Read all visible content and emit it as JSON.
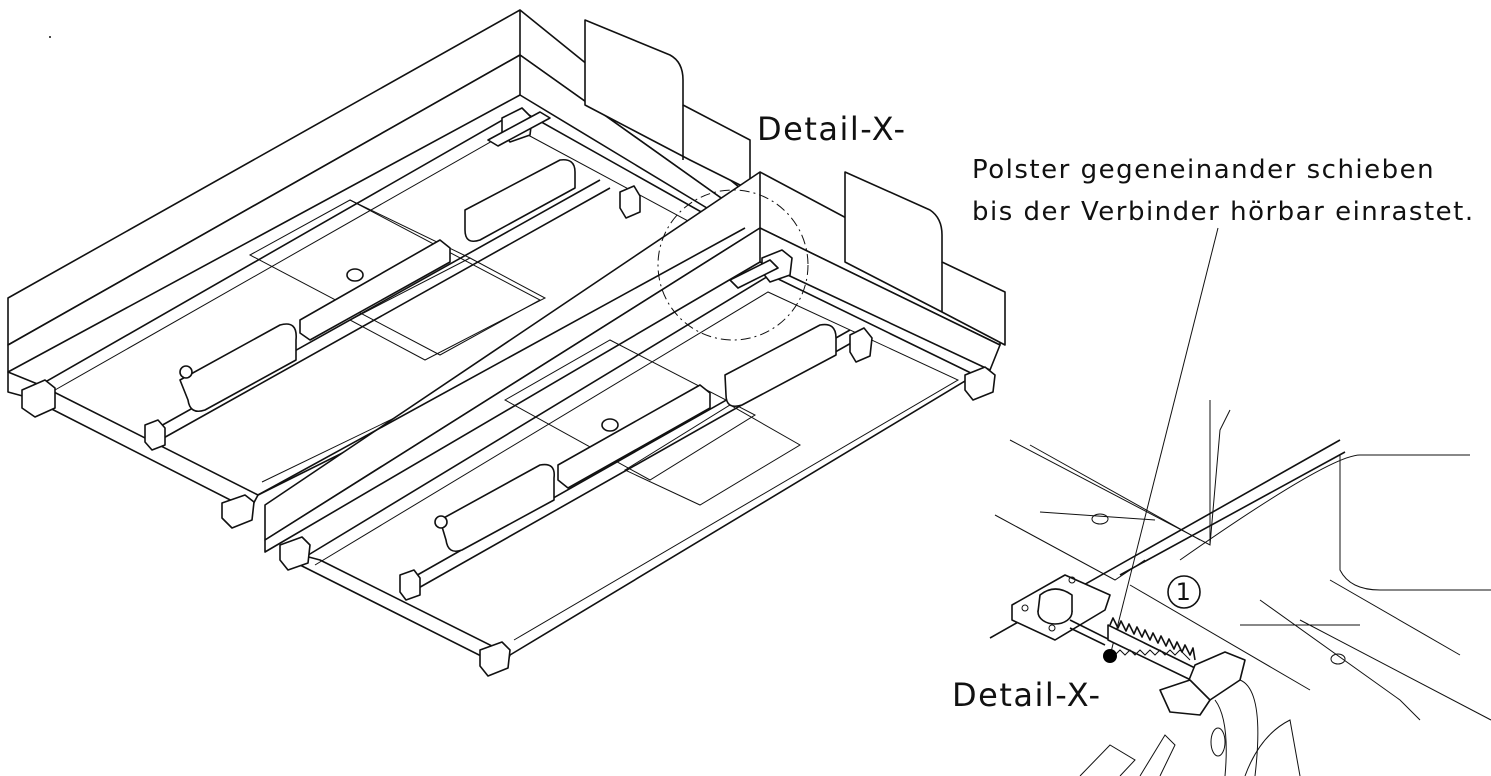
{
  "labels": {
    "detail_top": "Detail-X-",
    "instruction_line_1": "Polster gegeneinander schieben",
    "instruction_line_2": "bis der Verbinder hörbar einrastet.",
    "detail_bottom": "Detail-X-",
    "part_number": "1"
  },
  "colors": {
    "line": "#111111",
    "background": "#ffffff",
    "connector_dot": "#000000"
  }
}
